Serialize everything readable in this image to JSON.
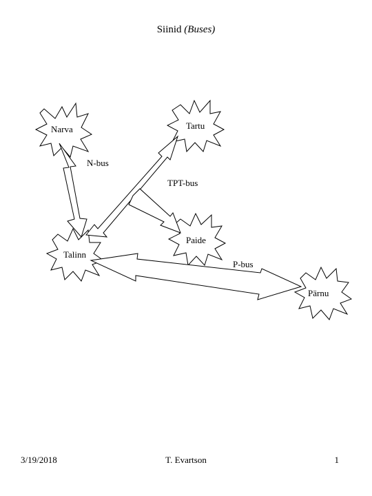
{
  "slide": {
    "title_main": "Siinid",
    "title_sub": "(Buses)"
  },
  "nodes": {
    "narva": "Narva",
    "tartu": "Tartu",
    "paide": "Paide",
    "tallinn": "Talinn",
    "parnu": "Pärnu"
  },
  "edges": {
    "n_bus": "N-bus",
    "tpt_bus": "TPT-bus",
    "p_bus": "P-bus"
  },
  "footer": {
    "date": "3/19/2018",
    "author": "T. Evartson",
    "page": "1"
  }
}
